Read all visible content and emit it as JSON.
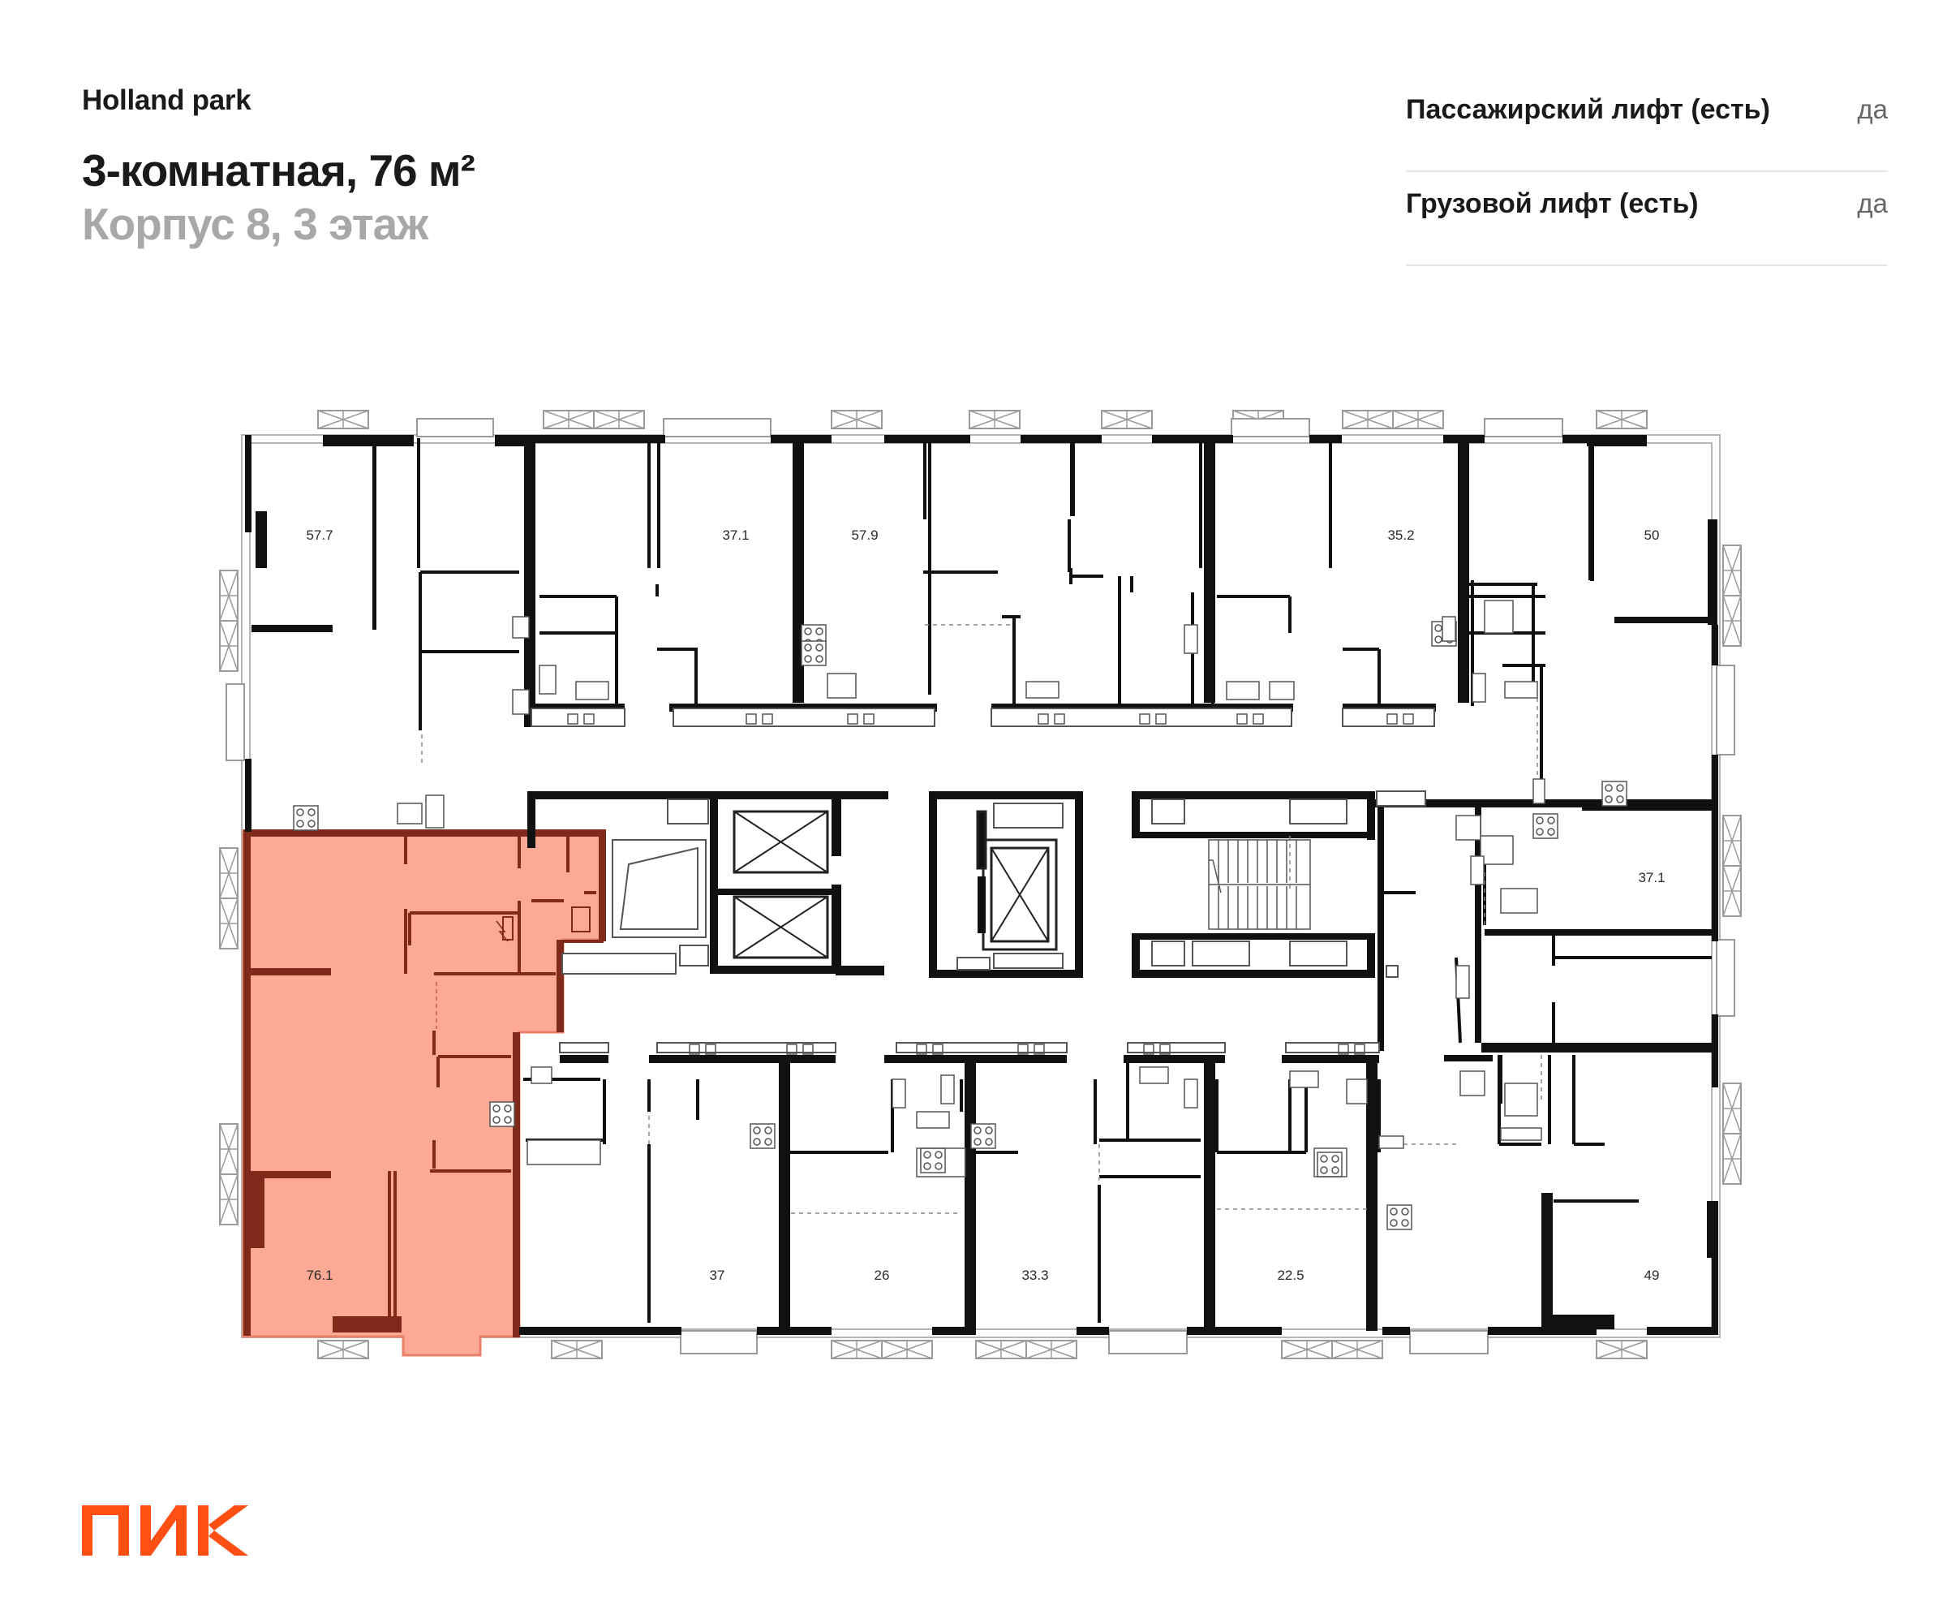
{
  "header": {
    "project_name": "Holland park",
    "apartment_title": "3-комнатная, 76 м²",
    "building_floor": "Корпус 8, 3 этаж"
  },
  "specs": [
    {
      "label": "Пассажирский лифт (есть)",
      "value": "да"
    },
    {
      "label": "Грузовой лифт (есть)",
      "value": "да"
    }
  ],
  "floor_plan": {
    "highlight_color": "#fca995",
    "highlight_wall_color": "#7f2a1a",
    "wall_color": "#111111",
    "selected_apartment": {
      "area": "76.1"
    },
    "apartments_top": [
      {
        "area": "57.7"
      },
      {
        "area": "37.1"
      },
      {
        "area": "57.9"
      },
      {
        "area": "35.2"
      },
      {
        "area": "50"
      }
    ],
    "apartments_right": [
      {
        "area": "37.1"
      }
    ],
    "apartments_bottom": [
      {
        "area": "37"
      },
      {
        "area": "26"
      },
      {
        "area": "33.3"
      },
      {
        "area": "22.5"
      },
      {
        "area": "49"
      }
    ]
  },
  "brand": {
    "logo_text": "ПИК",
    "logo_color": "#ff4f12"
  }
}
